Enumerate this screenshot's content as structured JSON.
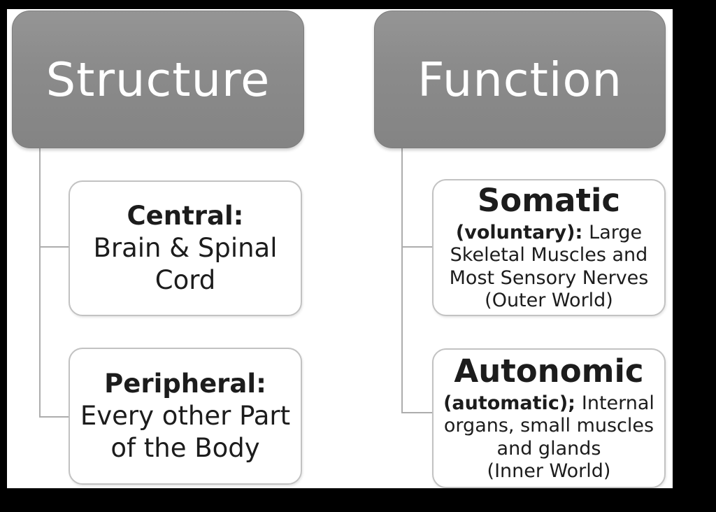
{
  "diagram": {
    "title_implicit": "Nervous system: structure vs function hierarchy",
    "columns": [
      {
        "header": {
          "label": "Structure"
        },
        "children": [
          {
            "title": "Central:",
            "lines": [
              "Brain & Spinal",
              "Cord"
            ]
          },
          {
            "title": "Peripheral:",
            "lines": [
              "Every other Part",
              "of the Body"
            ]
          }
        ]
      },
      {
        "header": {
          "label": "Function"
        },
        "children": [
          {
            "title": "Somatic",
            "qualifier": "(voluntary):",
            "qualifier_rest": "Large",
            "lines": [
              "Skeletal Muscles and",
              "Most Sensory Nerves",
              "(Outer World)"
            ]
          },
          {
            "title": "Autonomic",
            "qualifier": "(automatic);",
            "qualifier_rest": "Internal",
            "lines": [
              "organs, small muscles",
              "and glands",
              "(Inner World)"
            ]
          }
        ]
      }
    ],
    "colors": {
      "frame": "#000000",
      "canvas": "#ffffff",
      "header_fill": "#8a8a8a",
      "header_text": "#ffffff",
      "node_fill": "#ffffff",
      "node_border": "#c2c2c2",
      "node_text": "#1c1c1c",
      "connector": "#adadad"
    }
  }
}
